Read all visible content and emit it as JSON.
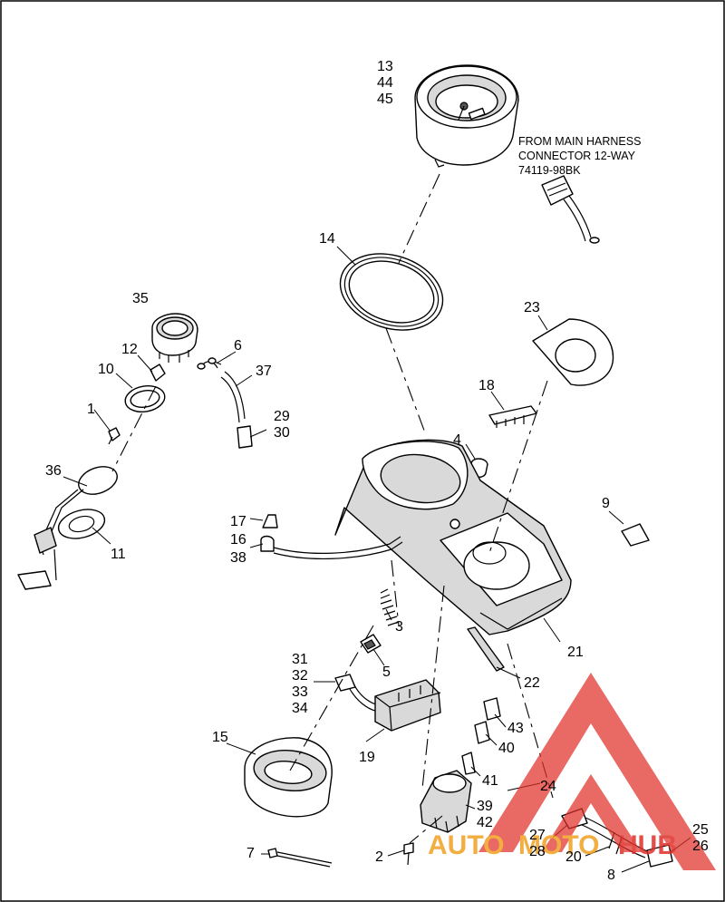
{
  "note_lines": [
    "FROM MAIN HARNESS",
    "CONNECTOR 12-WAY",
    "74119-98BK"
  ],
  "callouts": {
    "c13": "13",
    "c44": "44",
    "c45": "45",
    "c14": "14",
    "c23": "23",
    "c35": "35",
    "c6": "6",
    "c37": "37",
    "c12": "12",
    "c10": "10",
    "c1": "1",
    "c29": "29",
    "c30": "30",
    "c18": "18",
    "c4": "4",
    "c36": "36",
    "c11": "11",
    "c9": "9",
    "c17": "17",
    "c16": "16",
    "c38": "38",
    "c3": "3",
    "c5": "5",
    "c21": "21",
    "c22": "22",
    "c31": "31",
    "c32": "32",
    "c33": "33",
    "c34": "34",
    "c15": "15",
    "c19": "19",
    "c43": "43",
    "c40": "40",
    "c41": "41",
    "c24": "24",
    "c39": "39",
    "c42": "42",
    "c27": "27",
    "c28": "28",
    "c20": "20",
    "c25": "25",
    "c26": "26",
    "c8": "8",
    "c7": "7",
    "c2": "2"
  },
  "watermark": {
    "part1": "AUTO",
    "part2": "MOTO",
    "part3": "HUB"
  },
  "colors": {
    "watermark_red": "#e0302a",
    "watermark_orange": "#f0a020",
    "ink": "#000000"
  }
}
